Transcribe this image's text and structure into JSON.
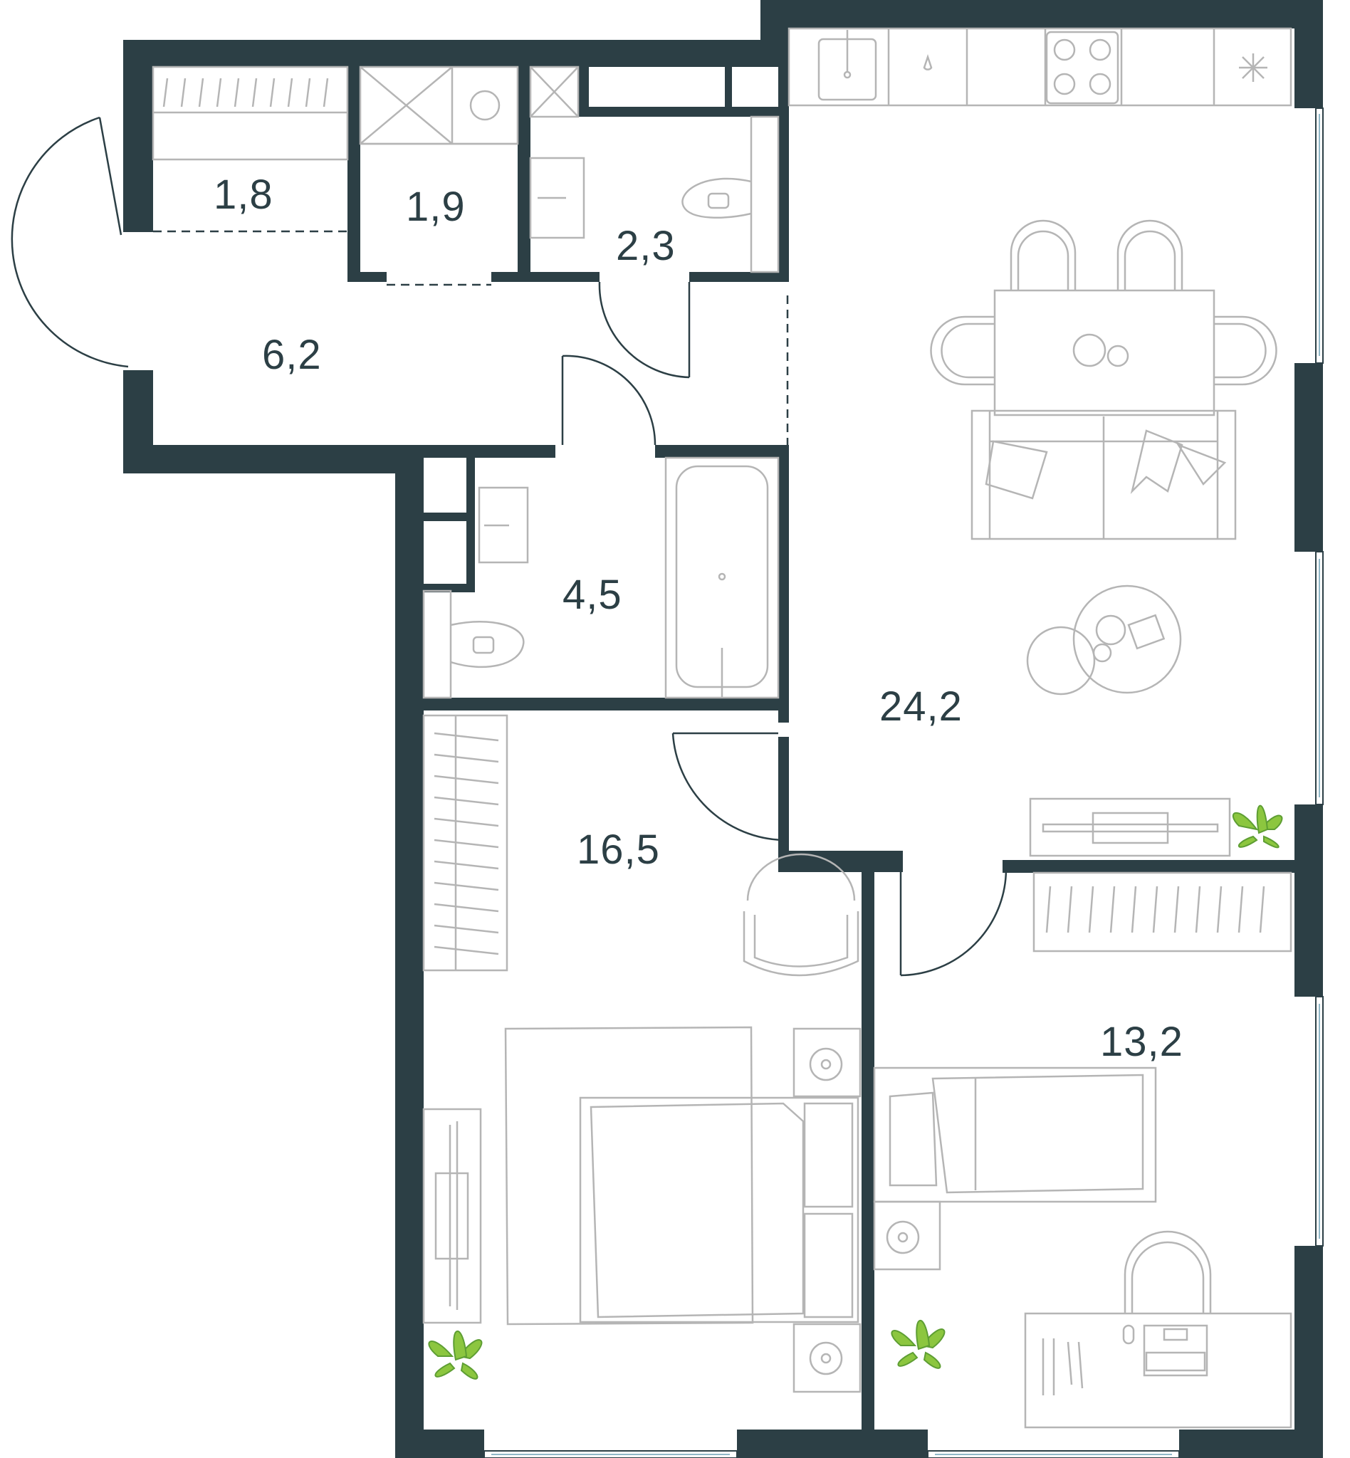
{
  "rooms": [
    {
      "id": "wardrobe-hall",
      "area": "1,8"
    },
    {
      "id": "laundry",
      "area": "1,9"
    },
    {
      "id": "toilet",
      "area": "2,3"
    },
    {
      "id": "hallway",
      "area": "6,2"
    },
    {
      "id": "bathroom",
      "area": "4,5"
    },
    {
      "id": "living-kitchen",
      "area": "24,2"
    },
    {
      "id": "master-bedroom",
      "area": "16,5"
    },
    {
      "id": "bedroom",
      "area": "13,2"
    }
  ],
  "colors": {
    "wall": "#2c3f45",
    "furniture": "#b5b5b5",
    "plant": "#8cc63f",
    "window_glass": "#8fb8c8"
  }
}
